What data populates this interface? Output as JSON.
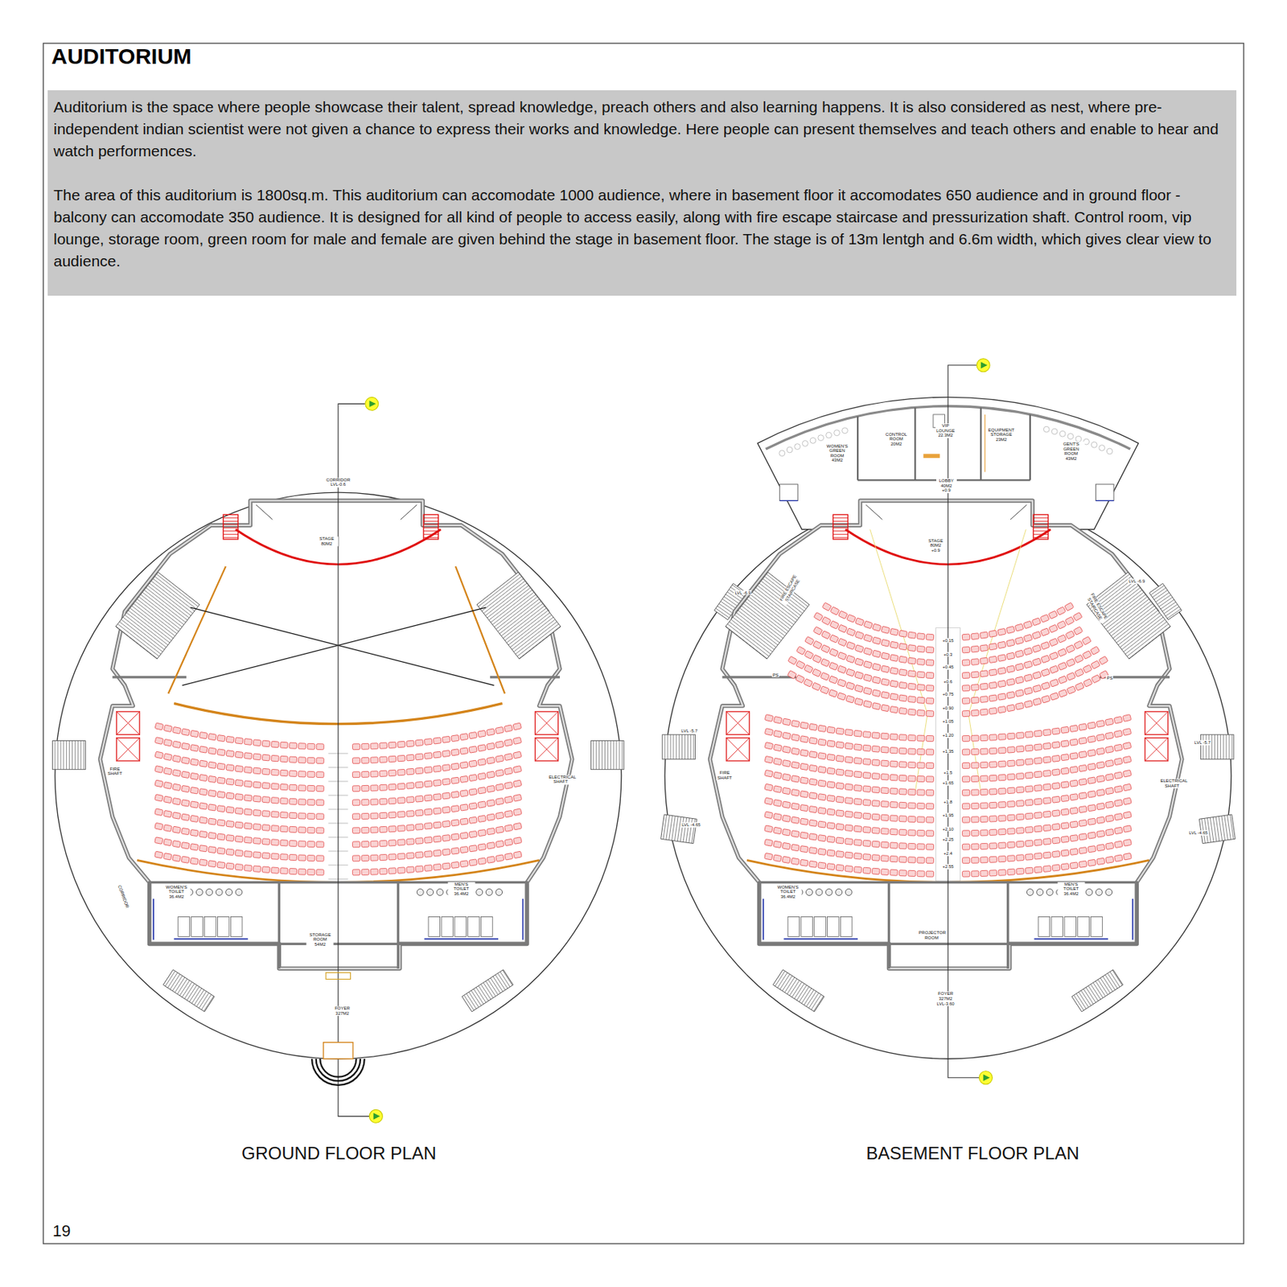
{
  "diagram": {
    "title": "AUDITORIUM",
    "nodes": [
      {
        "text": [
          "Auditorium is the space where people showcase their talent, spread knowledge, preach others and also learning happens. It is also considered as nest, where pre-independent indian scientist were not given a chance to express their works and knowledge. Here people can present themselves and teach others and enable to hear and watch performences.",
          "The area of this auditorium is 1800sq.m. This auditorium can accomodate 1000 audience, where in basement floor it accomodates 650 audience and in ground floor - balcony can accomodate 350 audience. It is designed for all kind of people to access easily, along with fire escape staircase and pressurization shaft. Control room, vip lounge, storage room, green room for male and female are given behind the stage in basement floor. The stage is of 13m lentgh and 6.6m width, which gives clear view to audience."
        ]
      }
    ],
    "labels": [
      "GROUND FLOOR PLAN",
      "BASEMENT FLOOR PLAN",
      "19",
      "CORRIDOR LVL-0.6",
      "STAGE 80M2",
      "FIRE SHAFT",
      "ELECTRICAL SHAFT",
      "WOMEN'S TOILET 36.4M2",
      "MEN'S TOILET 36.4M2",
      "STORAGE ROOM 54M2",
      "FOYER 327M2",
      "CORRIDOR",
      "WOMEN'S GREEN ROOM 43M2",
      "CONTROL ROOM 20M2",
      "VIP LOUNGE 22.3M2",
      "EQUIPMENT STORAGE 23M2",
      "GENT'S GREEN ROOM 43M2",
      "LOBBY 40M2 +0.9",
      "STAGE 80M2 +0.9",
      "FIRE ESCAPE STAIRCASE",
      "FIRE ESCAPE STAIRCASE",
      "PS",
      "PS",
      "FIRE SHAFT",
      "ELECTRICAL SHAFT",
      "WOMEN'S TOILET 36.4M2",
      "MEN'S TOILET 36.4M2",
      "PROJECTOR ROOM",
      "FOYER 327M2 LVL-3.60",
      "LVL -6.9",
      "LVL -6.9",
      "LVL -5.7",
      "LVL -5.7",
      "LVL -4.65",
      "LVL -4.65",
      "+0.15",
      "+0.3",
      "+0.45",
      "+0.6",
      "+0.75",
      "+0.90",
      "+1.05",
      "+1.20",
      "+1.35",
      "+1.5",
      "+1.65",
      "+1.8",
      "+1.95",
      "+2.10",
      "+2.25",
      "+2.4",
      "+2.55"
    ]
  }
}
